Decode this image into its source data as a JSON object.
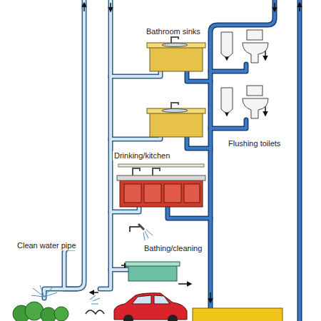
{
  "diagram": {
    "labels": [
      "Bathroom sinks",
      "Flushing toilets",
      "Drinking/kitchen",
      "Clean water pipe",
      "Bathing/cleaning"
    ]
  }
}
